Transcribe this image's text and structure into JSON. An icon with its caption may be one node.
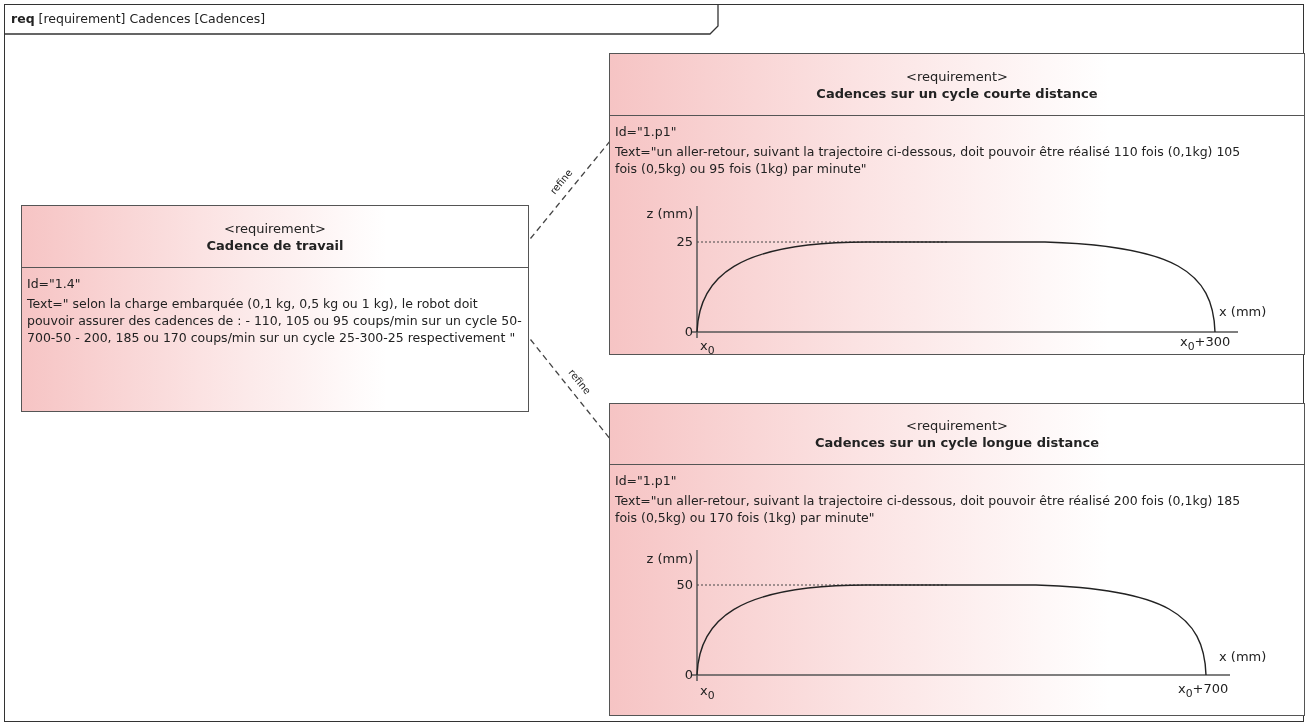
{
  "diagram": {
    "nodes": [
      {
        "text": [
          "**req** [requirement] Cadences [Cadences]"
        ]
      },
      {
        "text": [
          "<requirement>",
          "Cadence de travail",
          "Id=\"1.4\"",
          "Text=\" selon la charge embarquée (0,1 kg, 0,5 kg ou 1 kg), le robot doit pouvoir assurer des cadences de : - 110, 105 ou 95 coups/min sur un cycle 50-700-50 - 200, 185 ou 170 coups/min sur un cycle 25-300-25 respectivement \""
        ],
        "in": 0
      },
      {
        "text": [
          "<requirement>",
          "Cadences sur un cycle courte distance",
          "Id=\"1.p1\"",
          "Text=\"un aller-retour, suivant la trajectoire ci-dessous, doit pouvoir être réalisé 110 fois (0,1kg) 105 fois (0,5kg) ou 95 fois (1kg) par minute\"",
          "z (mm)",
          "25",
          "x (mm)",
          "0",
          "x$_{0}$",
          "x$_{0}$+300"
        ],
        "in": 0
      },
      {
        "text": [
          "<requirement>",
          "Cadences sur un cycle longue distance",
          "Id=\"1.p1\"",
          "Text=\"un aller-retour, suivant la trajectoire ci-dessous, doit pouvoir être réalisé 200 fois (0,1kg) 185 fois (0,5kg) ou 170 fois (1kg) par minute\"",
          "z (mm)",
          "50",
          "x (mm)",
          "0",
          "x$_{0}$",
          "x$_{0}$+700"
        ],
        "in": 0
      }
    ],
    "edges": [
      {
        "from": 1,
        "to": 2,
        "arrow": "none",
        "label": "refine",
        "style": "dashed"
      },
      {
        "from": 1,
        "to": 3,
        "arrow": "none",
        "label": "refine",
        "style": "dashed"
      }
    ]
  }
}
